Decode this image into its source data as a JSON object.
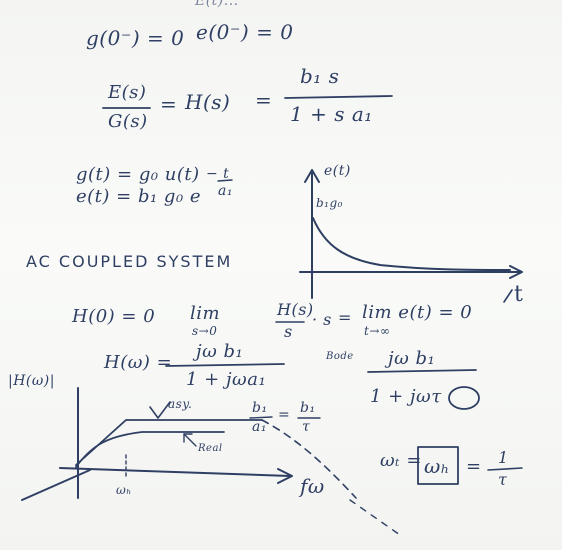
{
  "notes": {
    "top_cut": "E(t)...",
    "line1": {
      "g0": "g(0⁻) = 0",
      "e0": "e(0⁻) = 0"
    },
    "tf": {
      "lhs_num": "E(s)",
      "lhs_den": "G(s)",
      "eq": "=",
      "h": "H(s)",
      "eq2": "=",
      "num": "b₁ s",
      "den": "1 + s a₁"
    },
    "gt": "g(t) = g₀ u(t)",
    "et_base": "e(t) = b₁ g₀ e",
    "et_exp_num": "− t",
    "et_exp_den": "a₁",
    "graph1": {
      "ylabel": "e(t)",
      "yval": "b₁g₀",
      "xlabel": "t"
    },
    "ac_title": "AC COUPLED SYSTEM",
    "h0": "H(0) = 0",
    "lim": {
      "lim1": "lim",
      "lim1_sub": "s→0",
      "frac_num": "H(s)",
      "frac_den": "s",
      "dot_s": "· s",
      "eq": "=",
      "lim2": "lim e(t) = 0",
      "lim2_sub": "t→∞"
    },
    "hw": {
      "lhs": "H(ω) =",
      "num1": "jω b₁",
      "den1": "1 + jωa₁",
      "note": "Bode",
      "num2": "jω b₁",
      "den2": "1 + jωτ"
    },
    "bode": {
      "ylabel": "|H(ω)|",
      "asy": "asy.",
      "real": "Real",
      "ratio_num1": "b₁",
      "ratio_den1": "a₁",
      "ratio_num2": "b₁",
      "ratio_den2": "τ",
      "xtick": "ωₕ",
      "xlabel": "fω"
    },
    "corner": {
      "lhs": "ωₜ =",
      "box": "ωₕ",
      "eq": "=",
      "num": "1",
      "den": "τ"
    }
  }
}
